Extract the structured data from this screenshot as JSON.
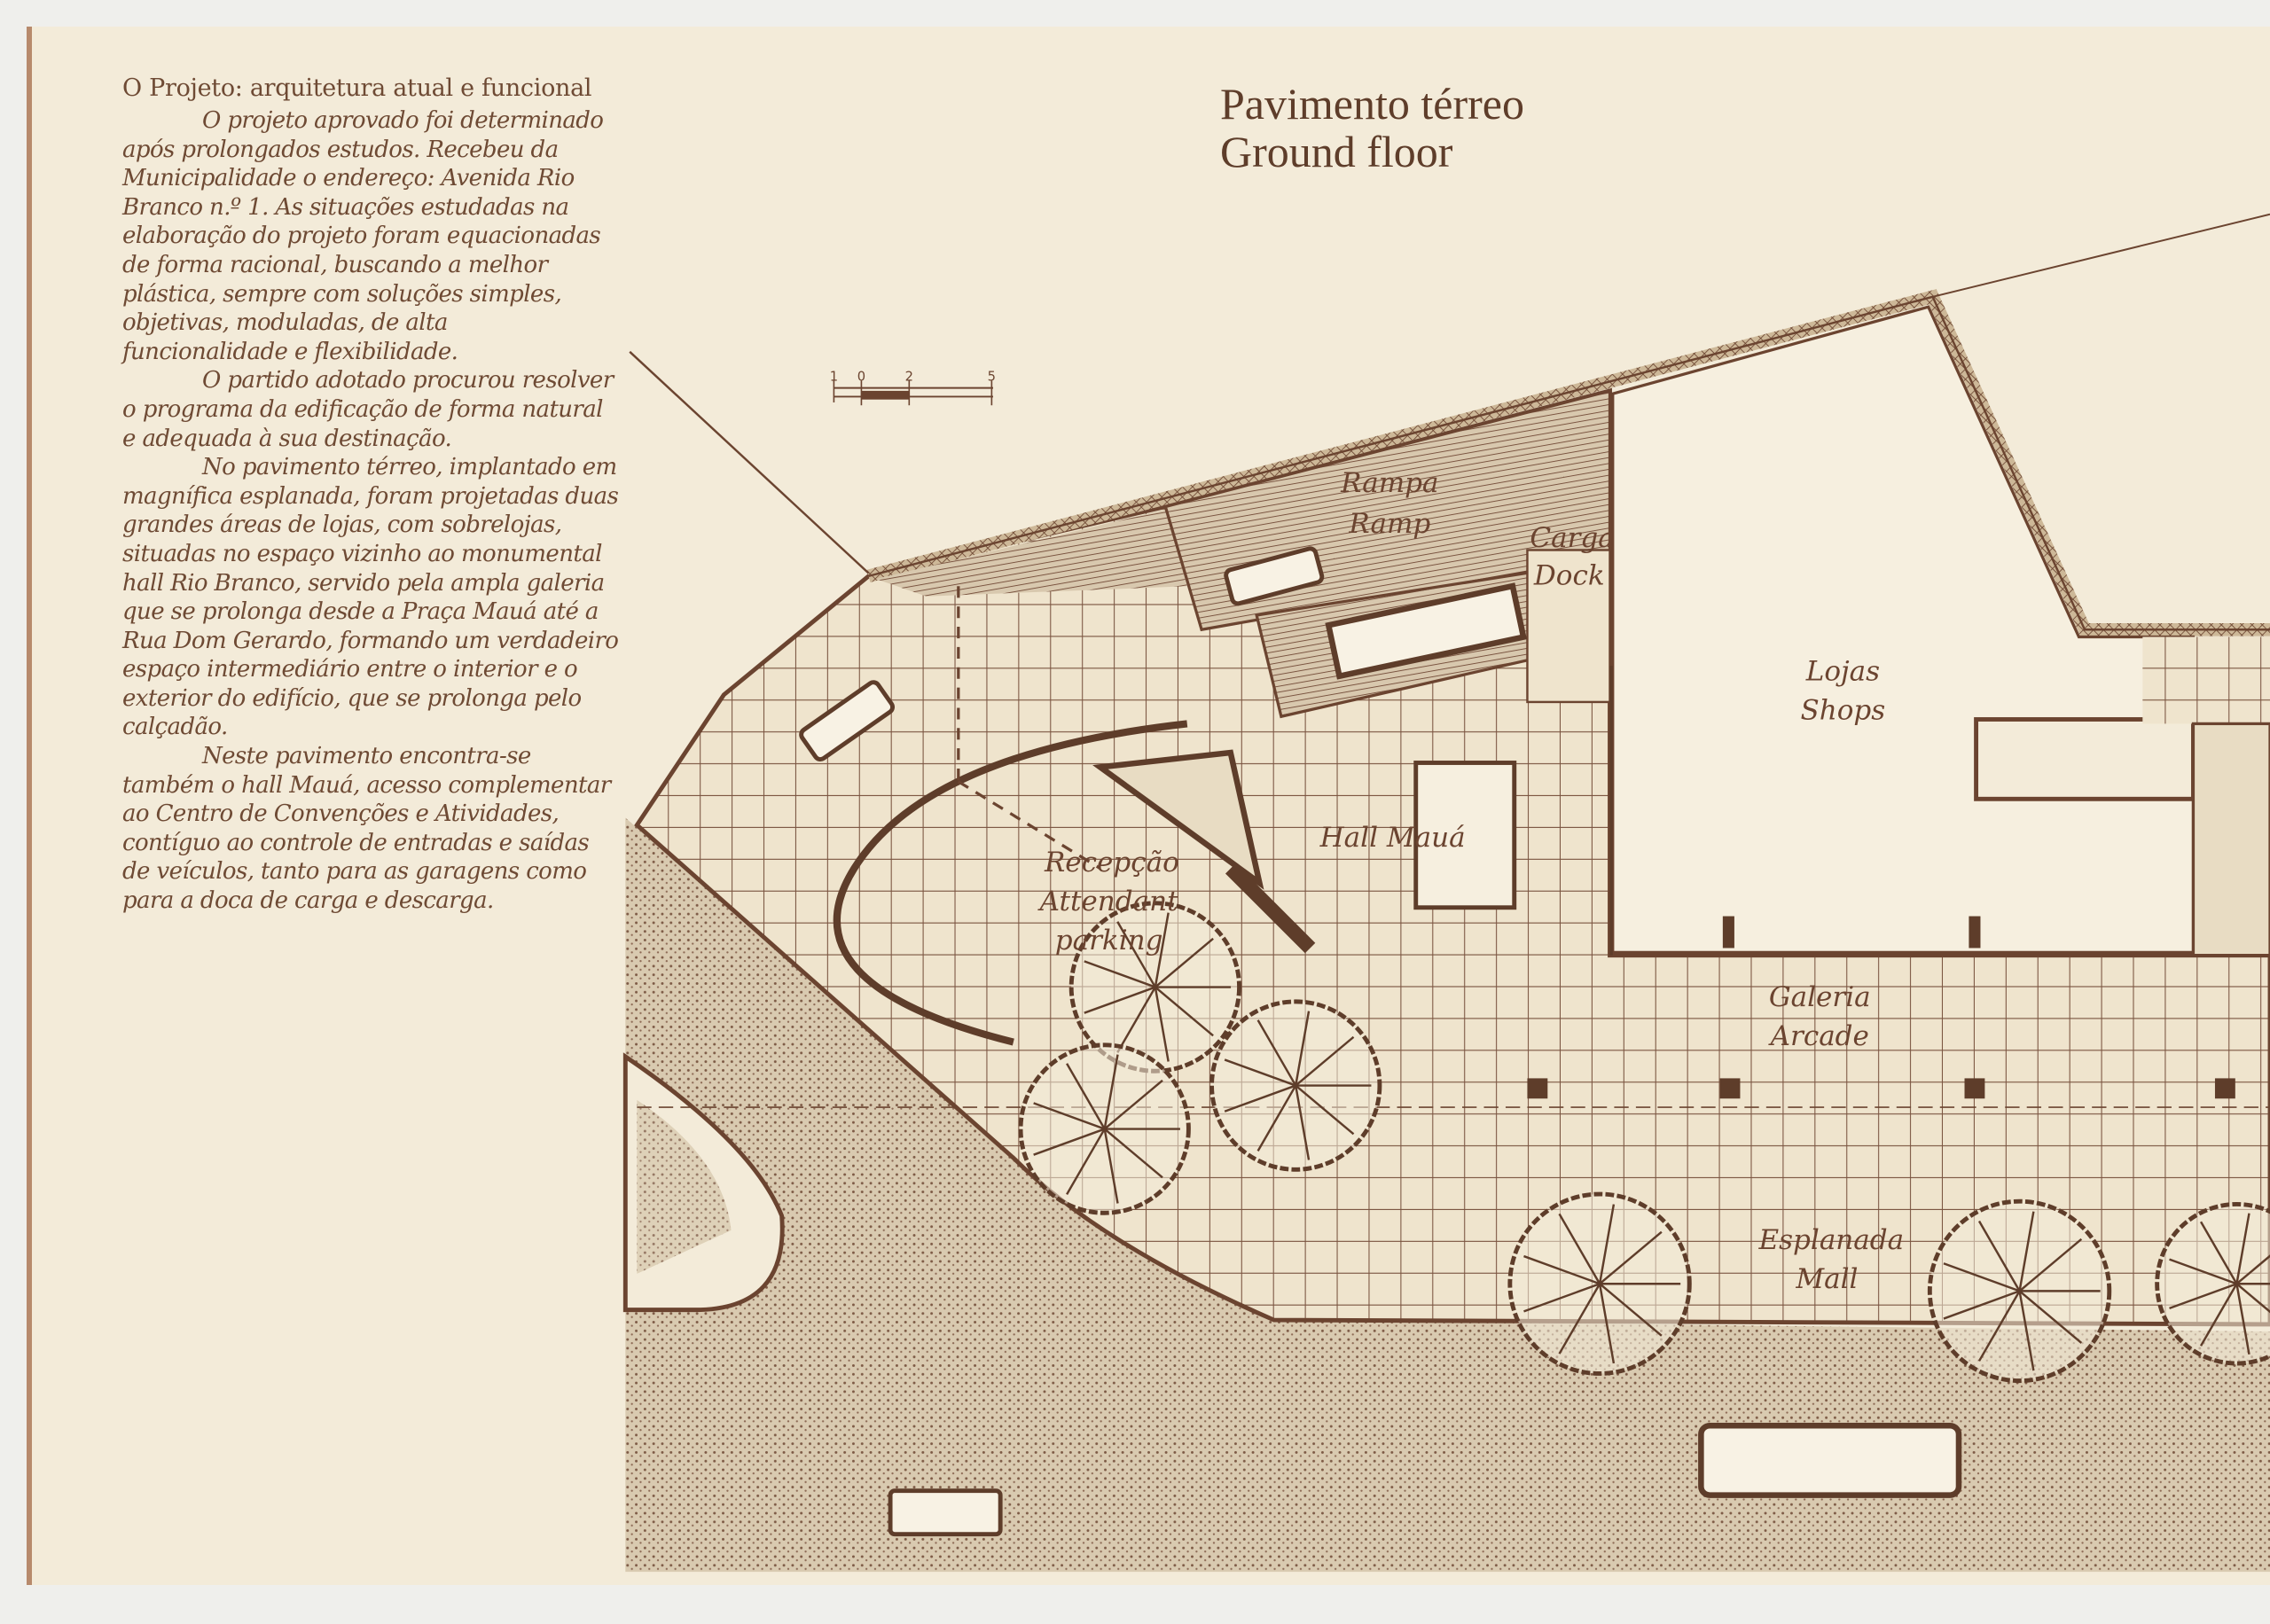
{
  "text_column": {
    "heading": "O Projeto: arquitetura atual e funcional",
    "paragraphs": [
      "O projeto aprovado foi determinado após prolongados estudos. Recebeu da Municipalidade o endereço: Avenida Rio Branco n.º 1. As situações estudadas na elaboração do projeto foram equacionadas de forma racional, buscando a melhor plástica, sempre com soluções simples, objetivas, moduladas, de alta funcionalidade e flexibilidade.",
      "O partido adotado procurou resolver o programa da edificação de forma natural e adequada à sua destinação.",
      "No pavimento térreo, implantado em magnífica esplanada, foram projetadas duas grandes áreas de lojas, com sobrelojas, situadas no espaço vizinho ao monumental hall Rio Branco, servido pela ampla galeria que se prolonga desde a Praça Mauá até a Rua Dom Gerardo, formando um verdadeiro espaço intermediário entre o interior e o exterior do edifício, que se prolonga pelo calçadão.",
      "Neste pavimento encontra-se também o hall Mauá, acesso complementar ao Centro de Convenções e Atividades, contíguo ao controle de entradas e saídas de veículos, tanto para as garagens como para a doca de carga e descarga."
    ]
  },
  "plan": {
    "title_pt": "Pavimento térreo",
    "title_en": "Ground floor",
    "scale_bar": [
      "1",
      "0",
      "2",
      "5"
    ],
    "labels": {
      "ramp_pt": "Rampa",
      "ramp_en": "Ramp",
      "dock_pt": "Carga",
      "dock_en": "Dock",
      "shops_pt": "Lojas",
      "shops_en": "Shops",
      "hall": "Hall Mauá",
      "reception_pt": "Recepção",
      "reception_en1": "Attendant",
      "reception_en2": "parking",
      "arcade_pt": "Galeria",
      "arcade_en": "Arcade",
      "mall_pt": "Esplanada",
      "mall_en": "Mall"
    },
    "colors": {
      "ink": "#6b4430",
      "paper": "#f3ebd9"
    }
  }
}
